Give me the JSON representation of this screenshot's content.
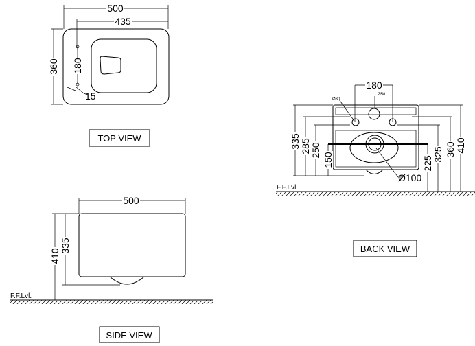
{
  "top_view": {
    "title": "TOP VIEW",
    "width": "500",
    "inner_width": "435",
    "depth": "360",
    "hole_spacing": "180",
    "hole_dia": "15"
  },
  "side_view": {
    "title": "SIDE VIEW",
    "width": "500",
    "height_total": "410",
    "height_body": "335",
    "floor_label": "F.F.Lvl."
  },
  "back_view": {
    "title": "BACK VIEW",
    "hole_spacing": "180",
    "hole_small": "Ø30",
    "hole_large": "Ø58",
    "outlet": "Ø100",
    "floor_label": "F.F.Lvl.",
    "left_dims": [
      "335",
      "285",
      "250",
      "150"
    ],
    "right_dims": [
      "225",
      "325",
      "360",
      "410"
    ]
  }
}
